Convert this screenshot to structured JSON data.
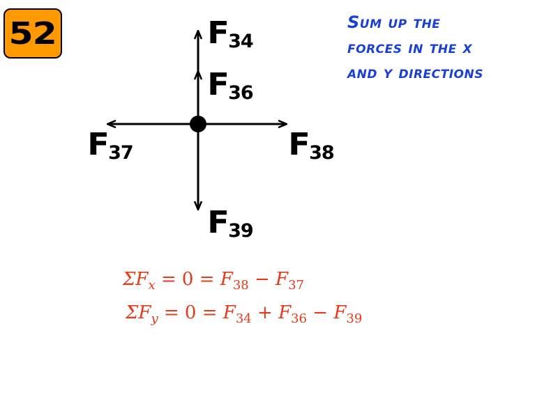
{
  "slide": {
    "number": "52"
  },
  "instruction": {
    "lines": [
      "Sum up the",
      "forces in the x",
      "and y directions"
    ],
    "color": "#1a3fd6"
  },
  "diagram": {
    "forces": [
      {
        "id": "f34",
        "symbol": "F",
        "subscript": "34",
        "direction": "up"
      },
      {
        "id": "f36",
        "symbol": "F",
        "subscript": "36",
        "direction": "up"
      },
      {
        "id": "f37",
        "symbol": "F",
        "subscript": "37",
        "direction": "left"
      },
      {
        "id": "f38",
        "symbol": "F",
        "subscript": "38",
        "direction": "right"
      },
      {
        "id": "f39",
        "symbol": "F",
        "subscript": "39",
        "direction": "down"
      }
    ]
  },
  "equations": {
    "color": "#e8391a",
    "fx": {
      "sum": "ΣF",
      "var": "x",
      "eq1": " = 0 = ",
      "t1": "F",
      "t1_sub": "38",
      "op1": " − ",
      "t2": "F",
      "t2_sub": "37"
    },
    "fy": {
      "sum": "ΣF",
      "var": "y",
      "eq1": " = 0 = ",
      "t1": "F",
      "t1_sub": "34",
      "op1": " + ",
      "t2": "F",
      "t2_sub": "36",
      "op2": " − ",
      "t3": "F",
      "t3_sub": "39"
    }
  }
}
